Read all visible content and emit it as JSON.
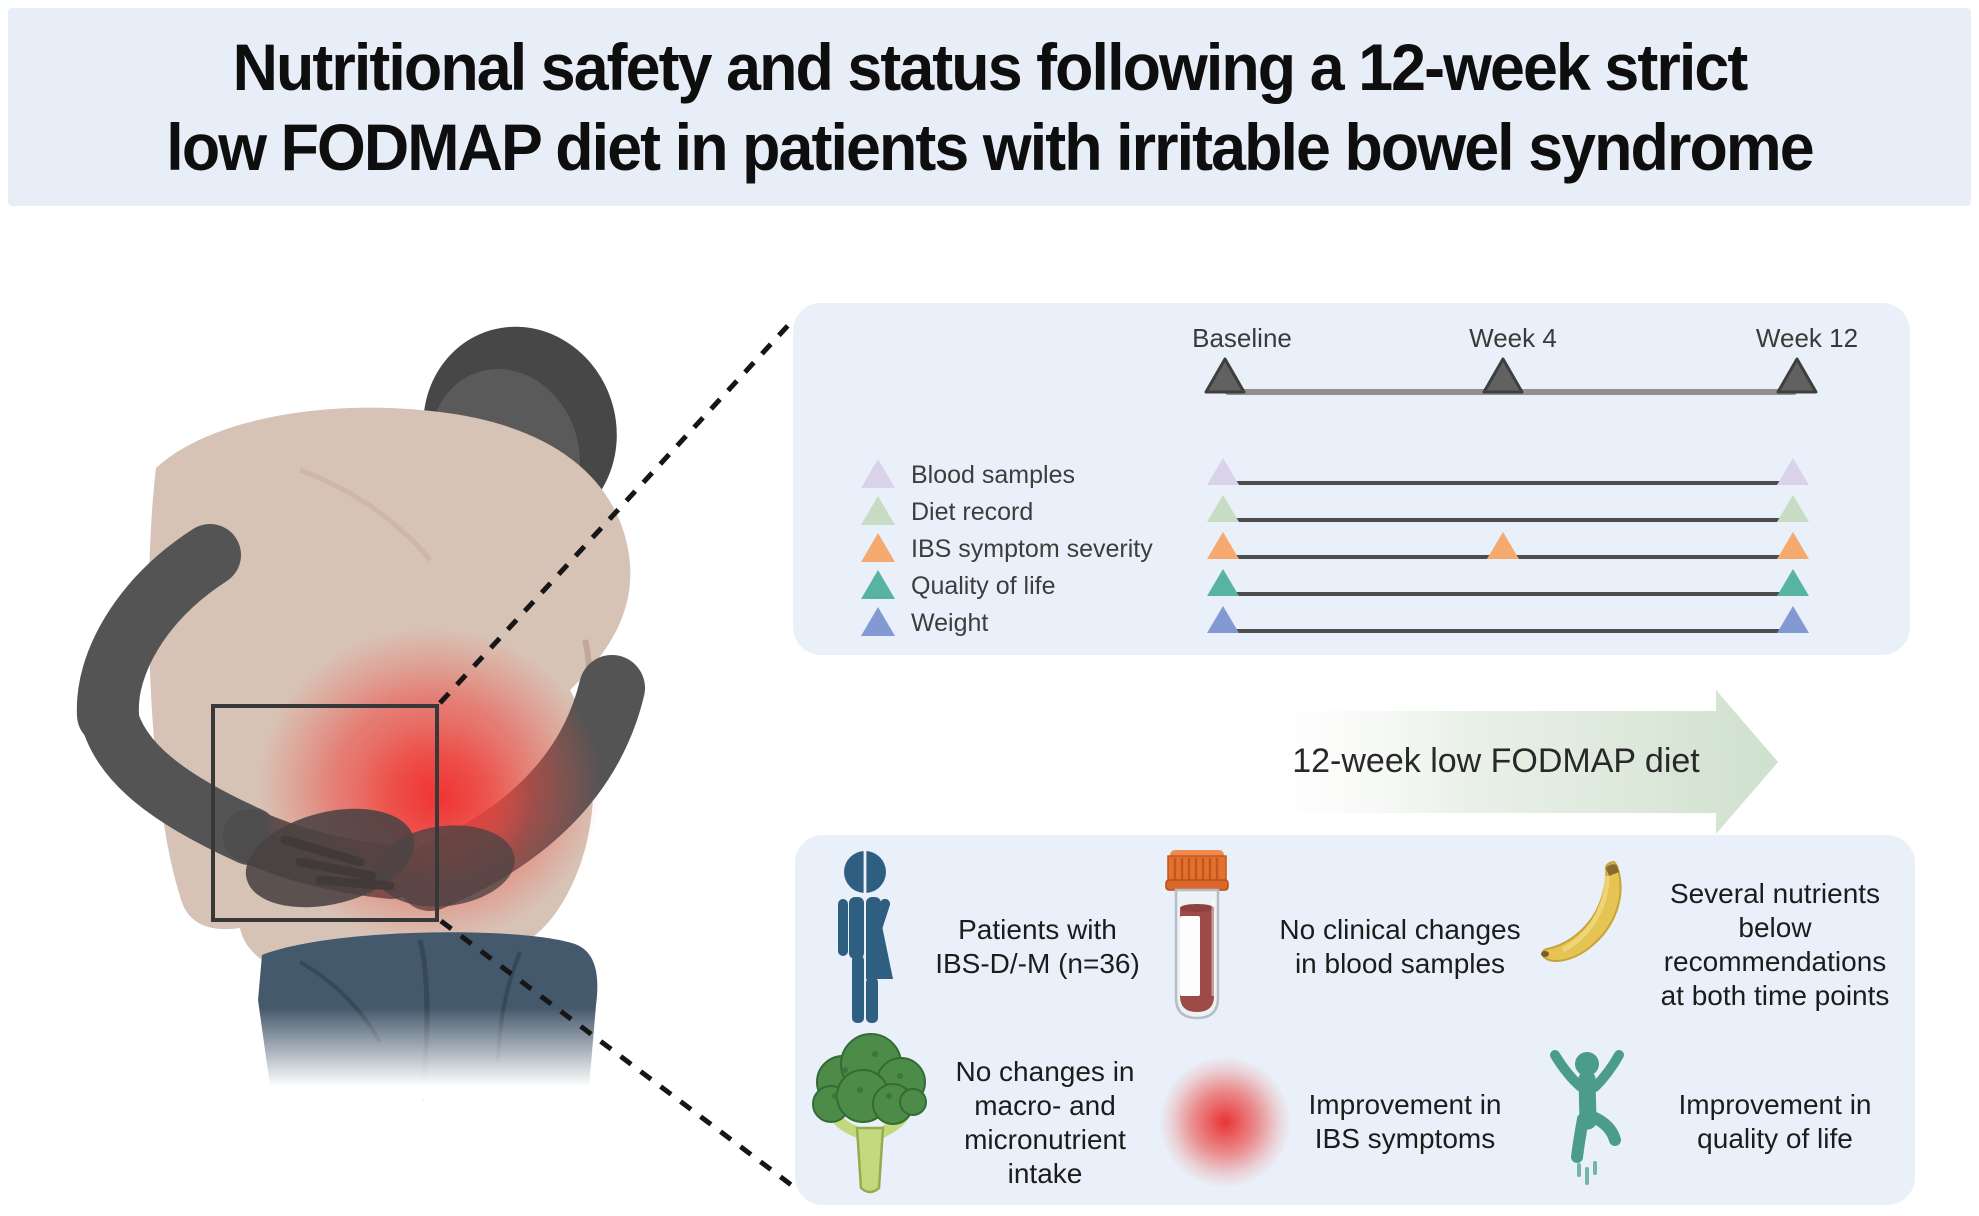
{
  "title": {
    "line1": "Nutritional safety and status following a 12-week strict",
    "line2": "low FODMAP diet in patients with irritable bowel syndrome"
  },
  "colors": {
    "banner_bg": "#e8eef8",
    "panel_bg": "#e9f0f9",
    "timeline_marker": "#616161",
    "timeline_line": "#8f8f8f",
    "measure_line": "#4d4d4d",
    "arrow_fill": "#cfe0cd",
    "pain_red": "#e92a2a",
    "shirt": "#d7c3b6",
    "skin": "#515151",
    "jeans": "#45596c",
    "patient_icon": "#2f5f80",
    "jump_icon": "#4c9c8c"
  },
  "timeline_panel": {
    "time_points": [
      "Baseline",
      "Week 4",
      "Week 12"
    ],
    "measures": [
      {
        "label": "Blood samples",
        "color": "#d9d2ea",
        "time_points": [
          "Baseline",
          "Week 12"
        ]
      },
      {
        "label": "Diet record",
        "color": "#c8dcc3",
        "time_points": [
          "Baseline",
          "Week 12"
        ]
      },
      {
        "label": "IBS symptom severity",
        "color": "#f6a96e",
        "time_points": [
          "Baseline",
          "Week 4",
          "Week 12"
        ]
      },
      {
        "label": "Quality of life",
        "color": "#57b3a2",
        "time_points": [
          "Baseline",
          "Week 12"
        ]
      },
      {
        "label": "Weight",
        "color": "#8399d4",
        "time_points": [
          "Baseline",
          "Week 12"
        ]
      }
    ]
  },
  "diet_arrow": {
    "label": "12-week low FODMAP diet"
  },
  "findings": [
    {
      "icon": "patient-gender-icon",
      "text": "Patients with\nIBS-D/-M (n=36)"
    },
    {
      "icon": "blood-tube-icon",
      "text": "No clinical changes\nin blood samples"
    },
    {
      "icon": "banana-icon",
      "text": "Several nutrients\nbelow\nrecommendations\nat both time points"
    },
    {
      "icon": "broccoli-icon",
      "text": "No changes in\nmacro- and\nmicronutrient\nintake"
    },
    {
      "icon": "pain-blob-icon",
      "text": "Improvement in\nIBS symptoms"
    },
    {
      "icon": "jumping-person-icon",
      "text": "Improvement in\nquality of life"
    }
  ],
  "illustration": {
    "alt": "Person bending forward clutching a painful abdomen, pain area boxed"
  }
}
